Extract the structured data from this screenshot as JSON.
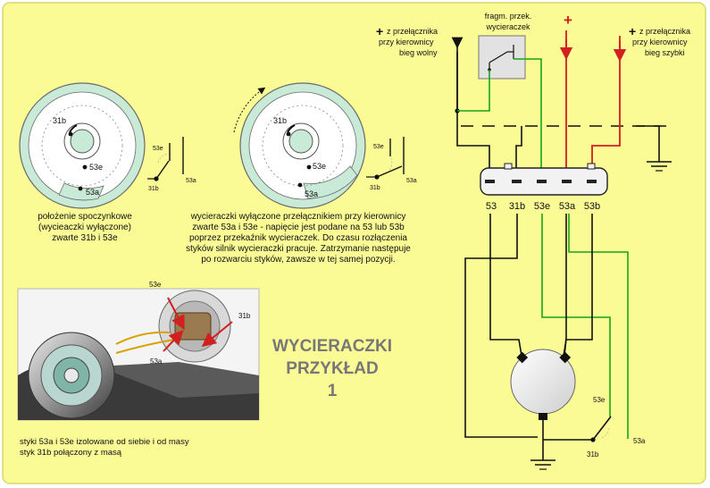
{
  "title": {
    "line1": "WYCIERACZKI",
    "line2": "PRZYKŁAD",
    "line3": "1"
  },
  "disc_left": {
    "label_31b": "31b",
    "label_53e": "53e",
    "label_53a": "53a",
    "switch_53e": "53e",
    "switch_31b": "31b",
    "switch_53a": "53a"
  },
  "disc_right": {
    "label_31b": "31b",
    "label_53e": "53e",
    "label_53a": "53a",
    "switch_53e": "53e",
    "switch_31b": "31b",
    "switch_53a": "53a"
  },
  "caption_left": {
    "line1": "położenie spoczynkowe",
    "line2": "(wycieaczki wyłączone)",
    "line3": "zwarte 31b i 53e"
  },
  "caption_mid": {
    "line1": "wycieraczki wyłączone przełącznikiem przy kierownicy",
    "line2": "zwarte 53a i 53e - napięcie jest  podane na 53 lub 53b",
    "line3": "poprzez przekaźnik wycieraczek. Do czasu rozłączenia",
    "line4": "styków silnik wycieraczki pracuje. Zatrzymanie następuje",
    "line5": "po rozwarciu styków, zawsze w tej samej pozycji."
  },
  "photo": {
    "label_53e": "53e",
    "label_31b": "31b",
    "label_53a": "53a",
    "caption_line1": "styki 53a i 53e izolowane od siebie i od masy",
    "caption_line2": "styk 31b połączony z masą"
  },
  "wiring": {
    "plus_left": "+",
    "left_line1": "z przełącznika",
    "left_line2": "przy kierownicy",
    "left_line3": "bieg wolny",
    "relay_line1": "fragm. przek.",
    "relay_line2": "wycieraczek",
    "plus_mid": "+",
    "plus_right": "+",
    "right_line1": "z przełącznika",
    "right_line2": "przy kierownicy",
    "right_line3": "bieg szybki",
    "pins": [
      "53",
      "31b",
      "53e",
      "53a",
      "53b"
    ],
    "motor_53e": "53e",
    "motor_31b": "31b",
    "motor_53a": "53a"
  },
  "colors": {
    "background": "#fbfb96",
    "disc_fill": "#c8ead6",
    "wire_green": "#16a516",
    "wire_red": "#d21f1f",
    "wire_black": "#111111"
  }
}
